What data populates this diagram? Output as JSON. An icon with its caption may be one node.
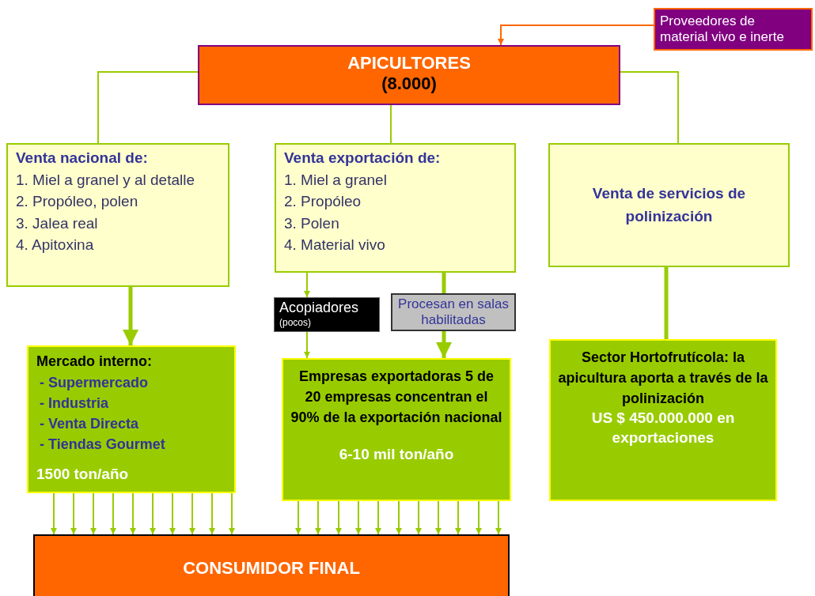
{
  "diagram": {
    "nodes": [
      {
        "text": [
          "Proveedores de material vivo e inerte"
        ]
      },
      {
        "text": [
          "APICULTORES",
          "(8.000)"
        ]
      },
      {
        "text": [
          "Venta nacional de:",
          "1. Miel a granel y al detalle",
          "2. Propóleo, polen",
          "3. Jalea real",
          "4. Apitoxina"
        ]
      },
      {
        "text": [
          "Venta exportación de:",
          "1. Miel a granel",
          "2. Propóleo",
          "3. Polen",
          "4. Material vivo"
        ]
      },
      {
        "text": [
          "Venta de servicios de polinización"
        ]
      },
      {
        "text": [
          "Acopiadores",
          "(pocos)"
        ]
      },
      {
        "text": [
          "Procesan en salas habilitadas"
        ]
      },
      {
        "text": [
          "Mercado interno:",
          "- Supermercado",
          "- Industria",
          "- Venta Directa",
          "- Tiendas Gourmet",
          "1500 ton/año"
        ]
      },
      {
        "text": [
          "Empresas exportadoras 5 de 20 empresas concentran el 90% de la exportación nacional",
          "6-10 mil ton/año"
        ]
      },
      {
        "text": [
          "Sector Hortofrutícola: la apicultura aporta a través de la polinización",
          "US $ 450.000.000 en exportaciones"
        ]
      },
      {
        "text": [
          "CONSUMIDOR FINAL"
        ]
      }
    ],
    "edges": [
      {
        "from": 0,
        "to": 1,
        "arrow": "to",
        "color": "#ff6600"
      },
      {
        "from": 1,
        "to": 2,
        "arrow": "none"
      },
      {
        "from": 1,
        "to": 3,
        "arrow": "none"
      },
      {
        "from": 1,
        "to": 4,
        "arrow": "none"
      },
      {
        "from": 2,
        "to": 7,
        "arrow": "to",
        "style": "thick"
      },
      {
        "from": 3,
        "to": 5,
        "arrow": "to"
      },
      {
        "from": 5,
        "to": 8,
        "arrow": "to"
      },
      {
        "from": 3,
        "to": 6,
        "arrow": "none",
        "style": "thick"
      },
      {
        "from": 6,
        "to": 8,
        "arrow": "to",
        "style": "thick"
      },
      {
        "from": 4,
        "to": 9,
        "arrow": "none",
        "style": "thick"
      },
      {
        "from": 7,
        "to": 10,
        "arrow": "to"
      },
      {
        "from": 7,
        "to": 10,
        "arrow": "to"
      },
      {
        "from": 7,
        "to": 10,
        "arrow": "to"
      },
      {
        "from": 7,
        "to": 10,
        "arrow": "to"
      },
      {
        "from": 7,
        "to": 10,
        "arrow": "to"
      },
      {
        "from": 7,
        "to": 10,
        "arrow": "to"
      },
      {
        "from": 7,
        "to": 10,
        "arrow": "to"
      },
      {
        "from": 7,
        "to": 10,
        "arrow": "to"
      },
      {
        "from": 7,
        "to": 10,
        "arrow": "to"
      },
      {
        "from": 7,
        "to": 10,
        "arrow": "to"
      },
      {
        "from": 8,
        "to": 10,
        "arrow": "to"
      },
      {
        "from": 8,
        "to": 10,
        "arrow": "to"
      },
      {
        "from": 8,
        "to": 10,
        "arrow": "to"
      },
      {
        "from": 8,
        "to": 10,
        "arrow": "to"
      },
      {
        "from": 8,
        "to": 10,
        "arrow": "to"
      },
      {
        "from": 8,
        "to": 10,
        "arrow": "to"
      },
      {
        "from": 8,
        "to": 10,
        "arrow": "to"
      },
      {
        "from": 8,
        "to": 10,
        "arrow": "to"
      },
      {
        "from": 8,
        "to": 10,
        "arrow": "to"
      },
      {
        "from": 8,
        "to": 10,
        "arrow": "to"
      },
      {
        "from": 8,
        "to": 10,
        "arrow": "to"
      }
    ]
  }
}
